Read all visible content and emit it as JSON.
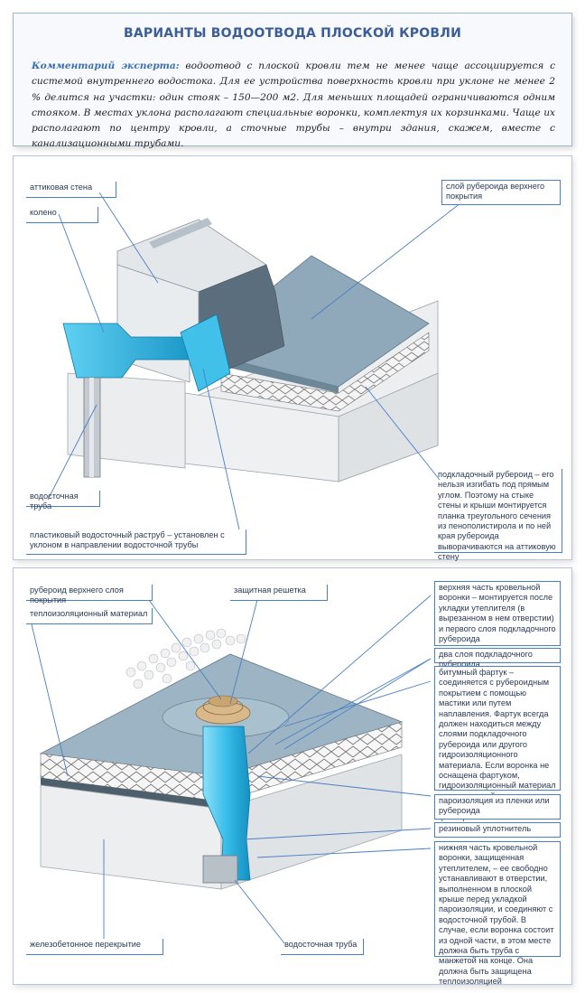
{
  "header": {
    "title": "ВАРИАНТЫ ВОДООТВОДА ПЛОСКОЙ КРОВЛИ",
    "comment_lead": "Комментарий эксперта:",
    "comment_text": " водоотвод с плоской кровли тем не менее чаще ассоциируется с системой внутреннего водостока. Для ее устройства поверхность кровли при уклоне не менее 2 % делится на участки: один стояк – 150—200 м2. Для меньших площадей ограничиваются одним стояком. В местах уклона располагают специальные воронки, комплектуя их корзинками. Чаще их располагают по центру кровли, а сточные трубы – внутри здания, скажем, вместе с канализационными трубами."
  },
  "diagram1": {
    "labels": {
      "attic_wall": "аттиковая стена",
      "elbow": "колено",
      "top_layer": "слой рубероида верхнего покрытия",
      "downpipe": "водосточная труба",
      "plastic_funnel": "пластиковый водосточный раструб – установлен с уклоном в направлении водосточной трубы",
      "underlay": "подкладочный рубероид – его нельзя изгибать под прямым углом. Поэтому на стыке стены и крыши монтируется планка треугольного сечения из пенополистирола и по ней края рубероида выворачиваются на аттиковую стену"
    }
  },
  "diagram2": {
    "labels": {
      "top_roofing": "рубероид верхнего слоя покрытия",
      "insulation": "теплоизоляционный материал",
      "grate": "защитная решетка",
      "funnel_top": "верхняя часть кровельной воронки – монтируется после укладки утеплителя (в вырезанном в нем отверстии) и первого слоя подкладочного рубероида",
      "two_layers": "два слоя подкладочного рубероида",
      "apron": "битумный фартук – соединяется с рубероидным покрытием с помощью мастики или путем наплавления. Фартук всегда должен находиться между слоями подкладочного рубероида или другого гидроизоляционного материала. Если воронка не оснащена фартуком, гидроизоляционный материал крепится к ней посредством специального металлического фланца",
      "vapor": "пароизоляция из пленки или рубероида",
      "seal": "резиновый уплотнитель",
      "funnel_bottom": "нижняя часть кровельной воронки, защищенная утеплителем, – ее свободно устанавливают в отверстии, выполненном в плоской крыше перед укладкой пароизоляции, и соединяют с водосточной трубой. В случае, если воронка состоит из одной части, в этом месте должна быть труба с манжетой на конце. Она должна быть защищена теплоизоляцией",
      "slab": "железобетонное перекрытие",
      "downpipe": "водосточная труба"
    }
  },
  "colors": {
    "accent": "#4a7fc4",
    "title": "#3b5d9a",
    "cyan": "#29b6e3",
    "roof": "#8fa7b8",
    "concrete": "#e6e9ec"
  }
}
